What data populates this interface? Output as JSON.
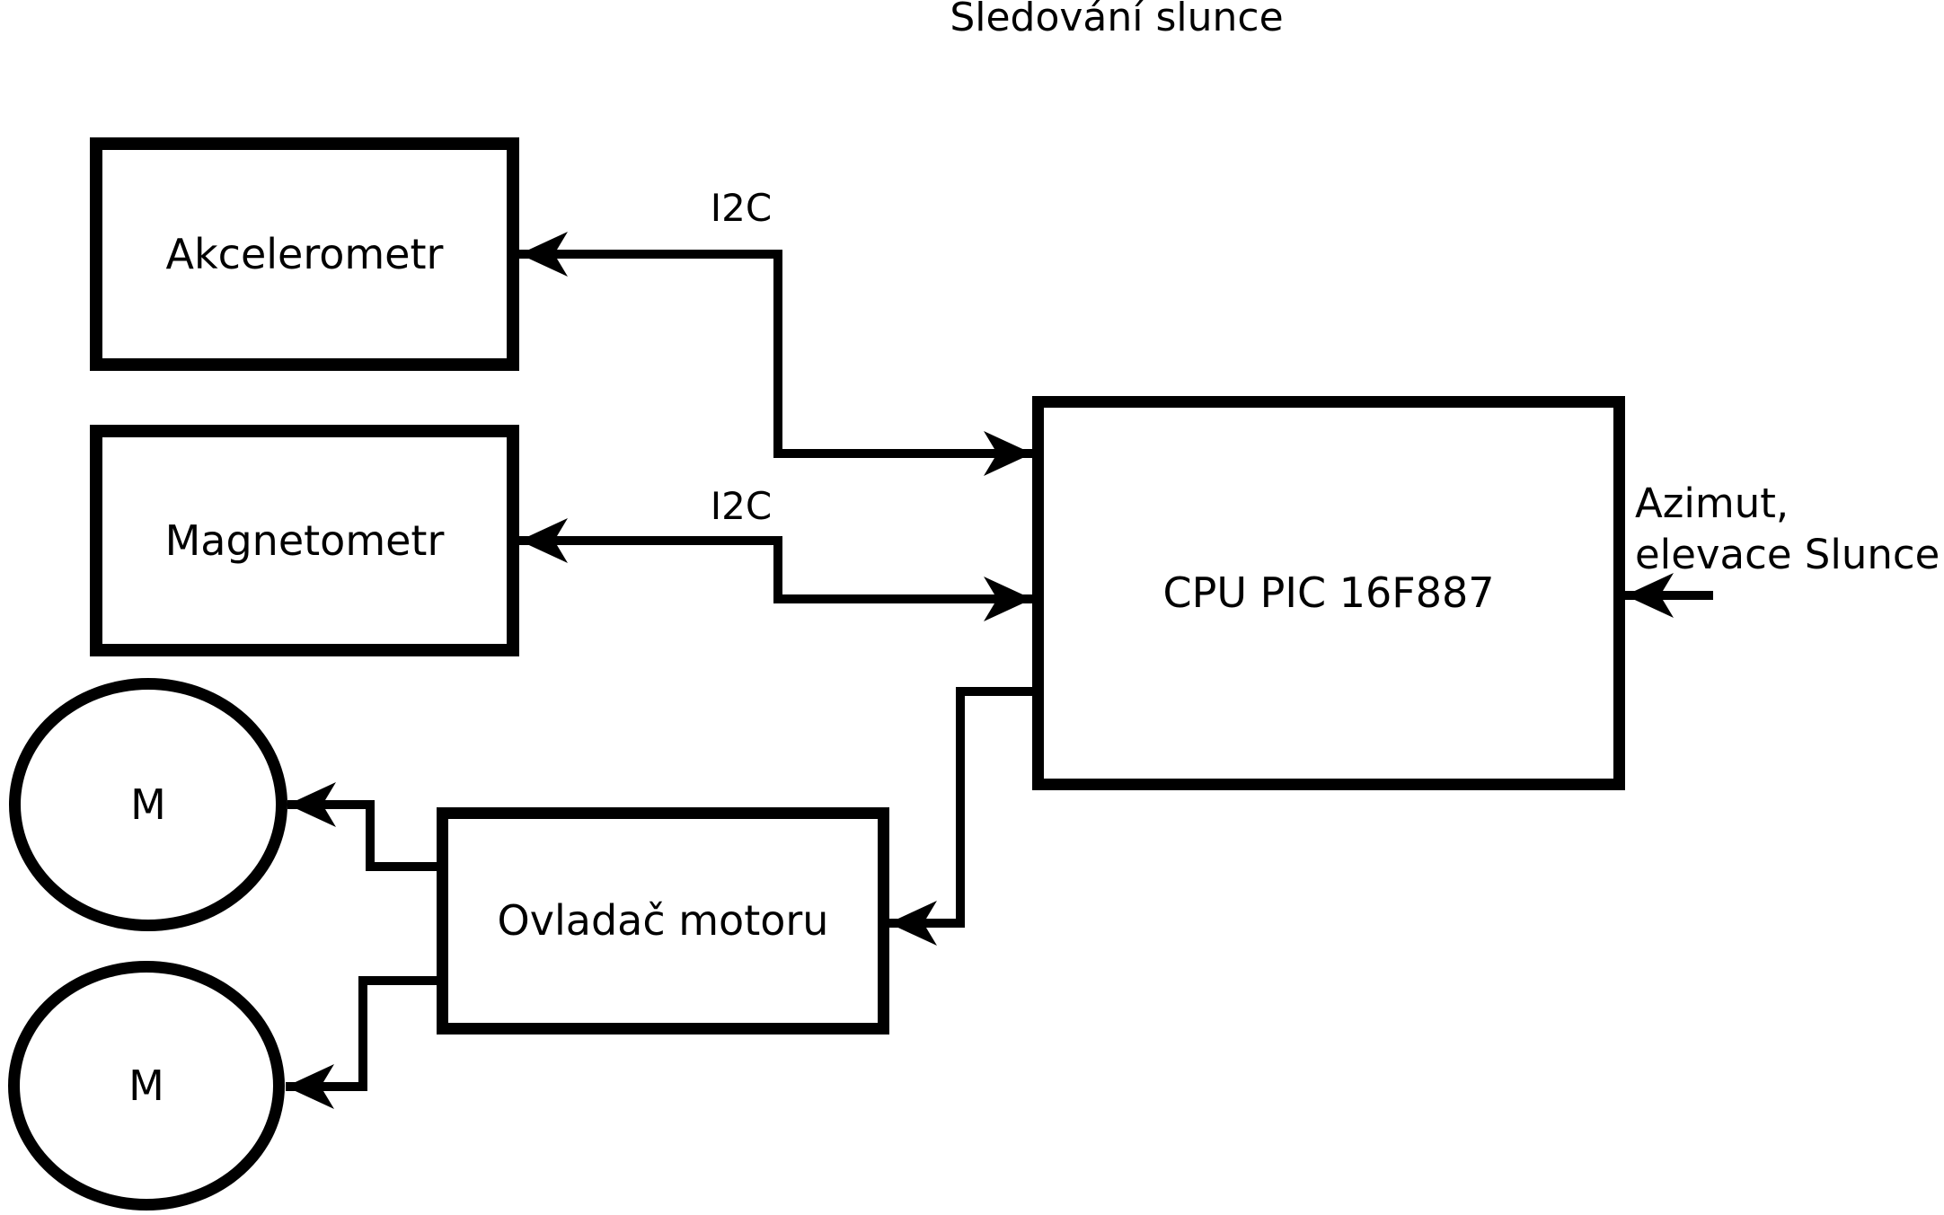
{
  "title": "Sledování slunce",
  "colors": {
    "line": "#000000",
    "text": "#000000",
    "background": "#ffffff"
  },
  "nodes": {
    "akcelerometr": {
      "label": "Akcelerometr"
    },
    "magnetometr": {
      "label": "Magnetometr"
    },
    "cpu": {
      "label": "CPU PIC 16F887"
    },
    "motor_driver": {
      "label": "Ovladač motoru"
    },
    "motor1": {
      "label": "M"
    },
    "motor2": {
      "label": "M"
    }
  },
  "edges": {
    "i2c_akcelerometr": {
      "label": "I2C"
    },
    "i2c_magnetometr": {
      "label": "I2C"
    },
    "sun_position_input": {
      "line1": "Azimut,",
      "line2": "elevace Slunce"
    }
  }
}
